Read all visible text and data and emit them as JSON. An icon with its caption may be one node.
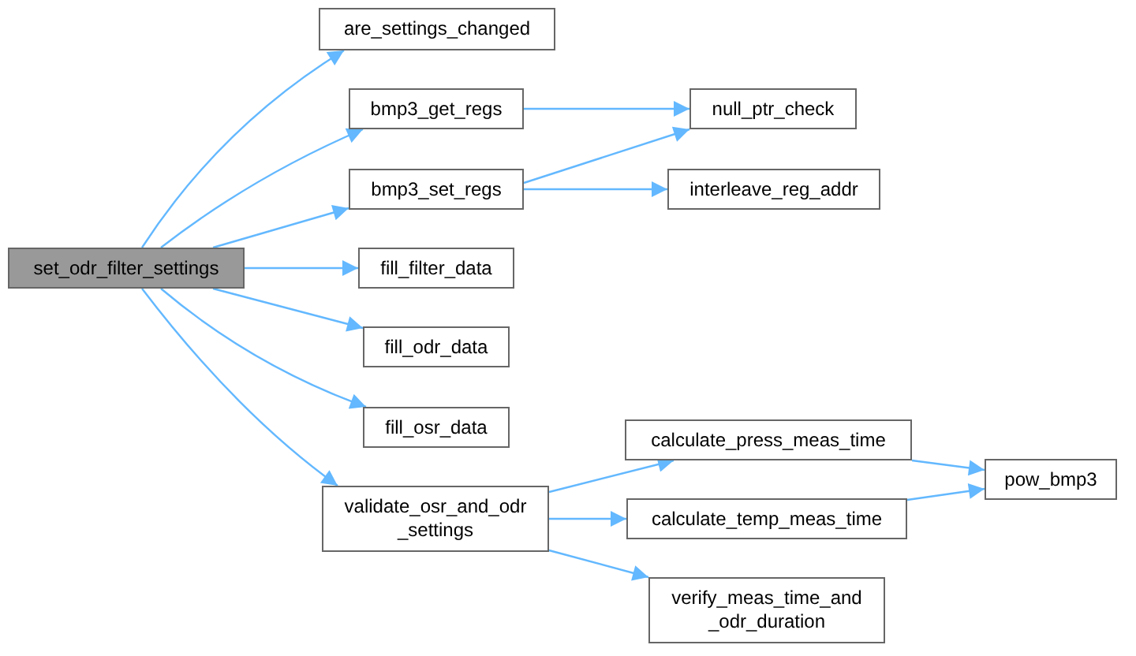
{
  "diagram": {
    "nodes": [
      {
        "text": [
          "set_odr_filter_settings"
        ]
      },
      {
        "text": [
          "are_settings_changed"
        ]
      },
      {
        "text": [
          "bmp3_get_regs"
        ]
      },
      {
        "text": [
          "bmp3_set_regs"
        ]
      },
      {
        "text": [
          "fill_filter_data"
        ]
      },
      {
        "text": [
          "fill_odr_data"
        ]
      },
      {
        "text": [
          "fill_osr_data"
        ]
      },
      {
        "text": [
          "validate_osr_and_odr _settings"
        ]
      },
      {
        "text": [
          "null_ptr_check"
        ]
      },
      {
        "text": [
          "interleave_reg_addr"
        ]
      },
      {
        "text": [
          "calculate_press_meas_time"
        ]
      },
      {
        "text": [
          "calculate_temp_meas_time"
        ]
      },
      {
        "text": [
          "verify_meas_time_and _odr_duration"
        ]
      },
      {
        "text": [
          "pow_bmp3"
        ]
      }
    ],
    "edges": [
      {
        "from": 0,
        "to": 1,
        "arrow": "to"
      },
      {
        "from": 0,
        "to": 2,
        "arrow": "to"
      },
      {
        "from": 0,
        "to": 3,
        "arrow": "to"
      },
      {
        "from": 0,
        "to": 4,
        "arrow": "to"
      },
      {
        "from": 0,
        "to": 5,
        "arrow": "to"
      },
      {
        "from": 0,
        "to": 6,
        "arrow": "to"
      },
      {
        "from": 0,
        "to": 7,
        "arrow": "to"
      },
      {
        "from": 2,
        "to": 8,
        "arrow": "to"
      },
      {
        "from": 3,
        "to": 8,
        "arrow": "to"
      },
      {
        "from": 3,
        "to": 9,
        "arrow": "to"
      },
      {
        "from": 7,
        "to": 10,
        "arrow": "to"
      },
      {
        "from": 7,
        "to": 11,
        "arrow": "to"
      },
      {
        "from": 7,
        "to": 12,
        "arrow": "to"
      },
      {
        "from": 10,
        "to": 13,
        "arrow": "to"
      },
      {
        "from": 11,
        "to": 13,
        "arrow": "to"
      }
    ]
  }
}
